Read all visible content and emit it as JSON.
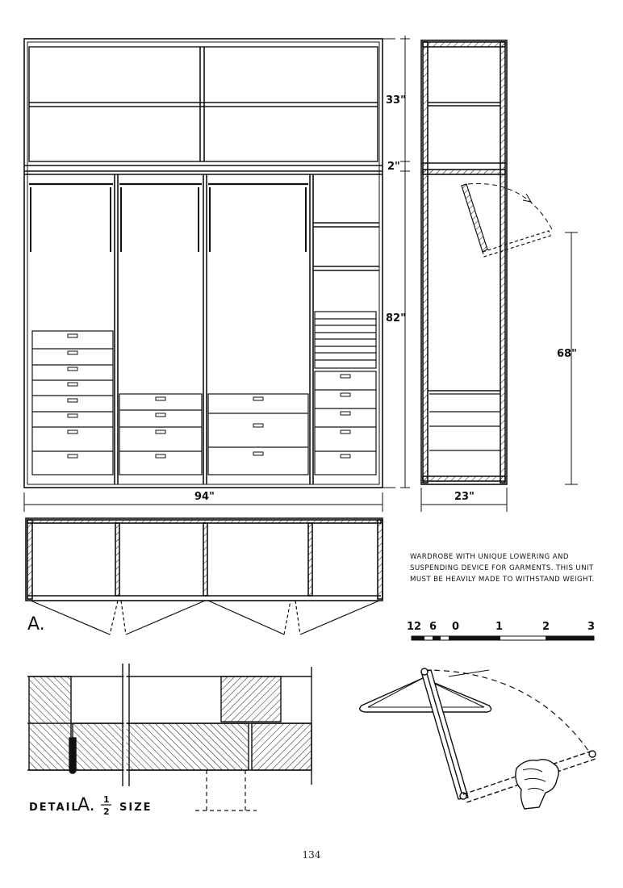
{
  "dimensions": {
    "upper_height": "33\"",
    "gap_height": "2\"",
    "lower_height": "82\"",
    "total_width": "94\"",
    "depth": "23\"",
    "swing_height": "68\""
  },
  "caption": "WARDROBE WITH UNIQUE LOWERING AND SUSPENDING DEVICE FOR GARMENTS. THIS UNIT MUST BE HEAVILY MADE TO WITHSTAND WEIGHT.",
  "section_label": "A.",
  "scale_bar": {
    "labels": [
      "12",
      "6",
      "0",
      "1",
      "2",
      "3"
    ]
  },
  "detail": {
    "label_prefix": "DETAIL",
    "label_letter": "A.",
    "fraction_num": "1",
    "fraction_den": "2",
    "label_suffix": "SIZE"
  },
  "page_number": "134"
}
